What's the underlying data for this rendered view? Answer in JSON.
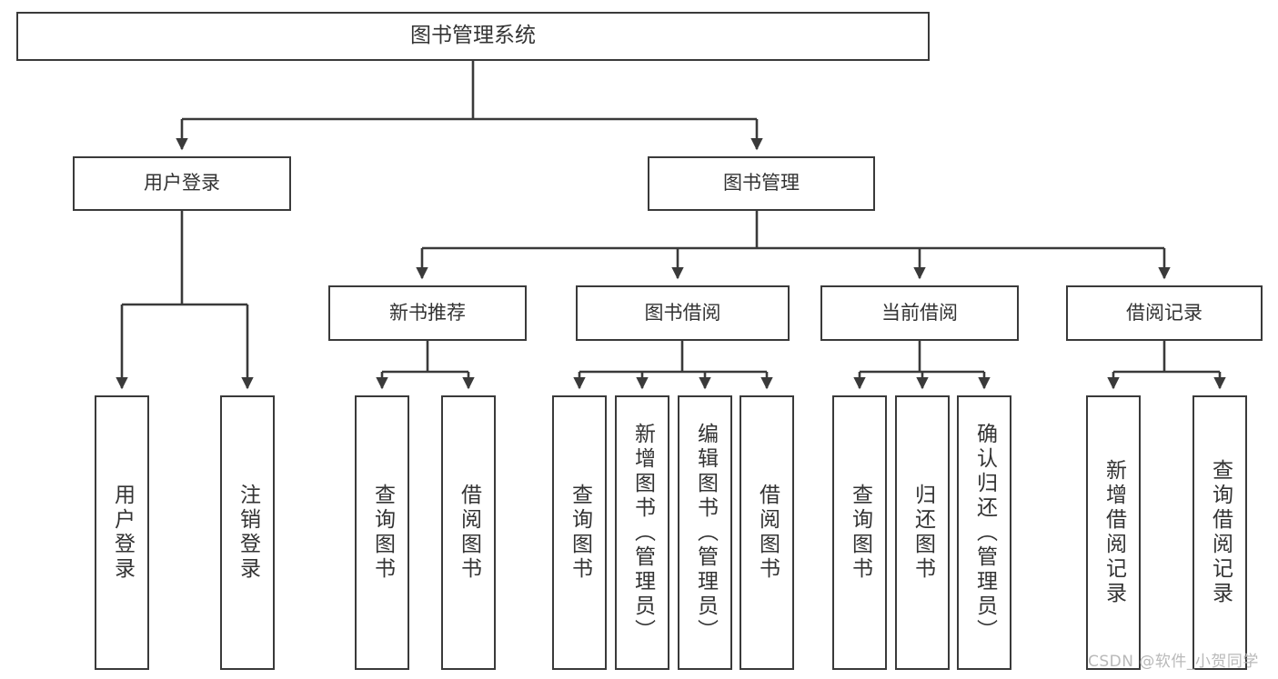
{
  "diagram": {
    "title": "图书管理系统",
    "root": {
      "label": "图书管理系统"
    },
    "level1": [
      {
        "label": "用户登录"
      },
      {
        "label": "图书管理"
      }
    ],
    "level2": [
      {
        "label": "新书推荐"
      },
      {
        "label": "图书借阅"
      },
      {
        "label": "当前借阅"
      },
      {
        "label": "借阅记录"
      }
    ],
    "leaves": {
      "user_login": [
        {
          "label": "用户登录"
        },
        {
          "label": "注销登录"
        }
      ],
      "new_book": [
        {
          "label": "查询图书"
        },
        {
          "label": "借阅图书"
        }
      ],
      "book_borrow": [
        {
          "label": "查询图书"
        },
        {
          "label": "新增图书（管理员）"
        },
        {
          "label": "编辑图书（管理员）"
        },
        {
          "label": "借阅图书"
        }
      ],
      "current_borrow": [
        {
          "label": "查询图书"
        },
        {
          "label": "归还图书"
        },
        {
          "label": "确认归还（管理员）"
        }
      ],
      "borrow_record": [
        {
          "label": "新增借阅记录"
        },
        {
          "label": "查询借阅记录"
        }
      ]
    }
  },
  "watermark": {
    "text": "CSDN @软件_小贺同学"
  },
  "colors": {
    "box_border": "#3a3a3a",
    "text": "#333333",
    "connector": "#3a3a3a",
    "background": "#ffffff",
    "watermark": "#b9b9b9"
  }
}
